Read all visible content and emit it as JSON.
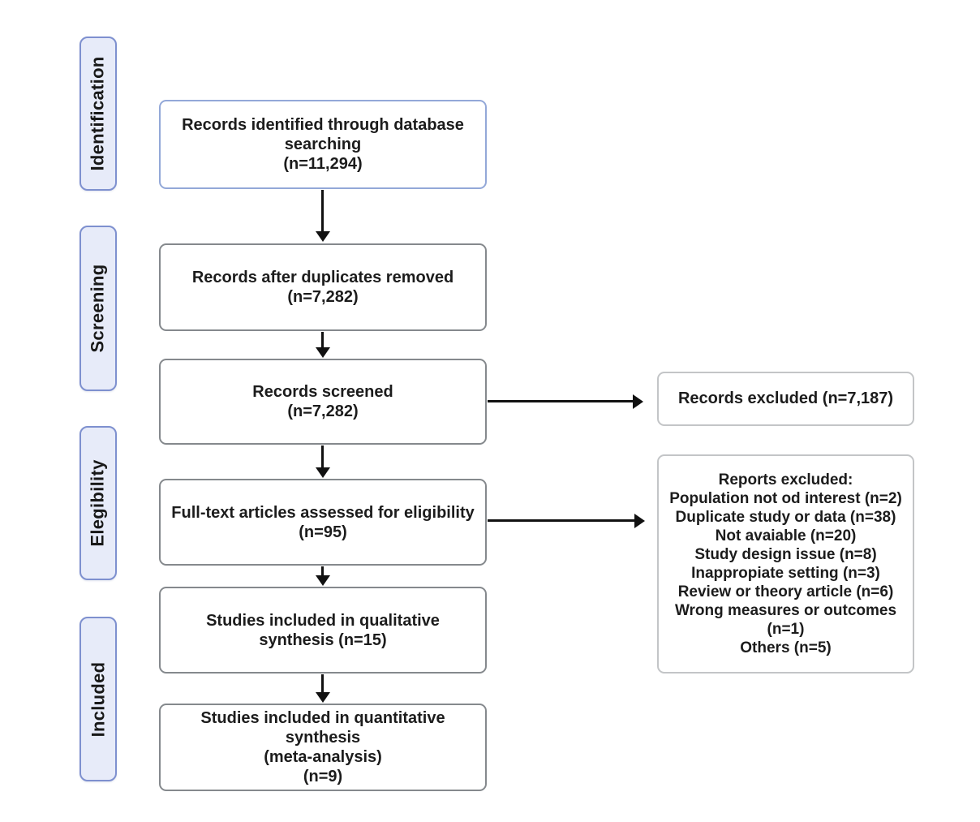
{
  "diagram_colors": {
    "stage_fill": "#e7ebf9",
    "stage_border": "#7e90cf",
    "first_box_border": "#93a8d8",
    "flow_box_border": "#85898d",
    "exclusion_box_border": "#c3c5c7",
    "arrow": "#111111",
    "text": "#1c1c1c"
  },
  "stages": [
    {
      "label": "Identification"
    },
    {
      "label": "Screening"
    },
    {
      "label": "Elegibility"
    },
    {
      "label": "Included"
    }
  ],
  "flow_boxes": [
    {
      "text": "Records identified through database\nsearching\n(n=11,294)"
    },
    {
      "text": "Records after duplicates removed\n(n=7,282)"
    },
    {
      "text": "Records screened\n(n=7,282)"
    },
    {
      "text": "Full-text articles assessed for eligibility\n(n=95)"
    },
    {
      "text": "Studies included in qualitative\nsynthesis (n=15)"
    },
    {
      "text": "Studies included in quantitative\nsynthesis\n(meta-analysis)\n(n=9)"
    }
  ],
  "exclusion_boxes": [
    {
      "text": "Records excluded (n=7,187)"
    },
    {
      "text": "Reports excluded:\nPopulation not od interest (n=2)\nDuplicate study or data (n=38)\nNot avaiable (n=20)\nStudy design issue (n=8)\nInappropiate setting (n=3)\nReview or theory article (n=6)\nWrong measures or outcomes\n(n=1)\nOthers (n=5)"
    }
  ]
}
